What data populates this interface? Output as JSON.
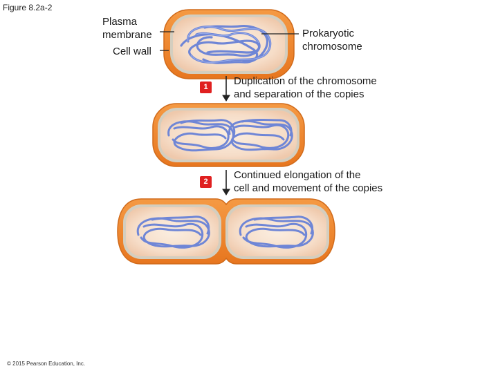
{
  "figure_title": "Figure 8.2a-2",
  "labels": {
    "plasma_membrane": "Plasma membrane",
    "plasma_membrane_line1": "Plasma",
    "plasma_membrane_line2": "membrane",
    "cell_wall": "Cell wall",
    "prokaryotic_chromosome_line1": "Prokaryotic",
    "prokaryotic_chromosome_line2": "chromosome"
  },
  "steps": [
    {
      "number": "1",
      "line1": "Duplication of the chromosome",
      "line2": "and separation of the copies"
    },
    {
      "number": "2",
      "line1": "Continued elongation of the",
      "line2": "cell and movement of the copies"
    }
  ],
  "copyright": "© 2015 Pearson Education, Inc.",
  "colors": {
    "cell_wall": "#f0862a",
    "cell_wall_edge": "#d96a18",
    "membrane": "#c8c2b4",
    "cytoplasm": "#f7e4d2",
    "cytoplasm_blush": "#f3cdb4",
    "chromosome": "#6f86d6",
    "chromosome_edge": "#3f55a8",
    "badge": "#e02020",
    "arrow": "#222222"
  }
}
